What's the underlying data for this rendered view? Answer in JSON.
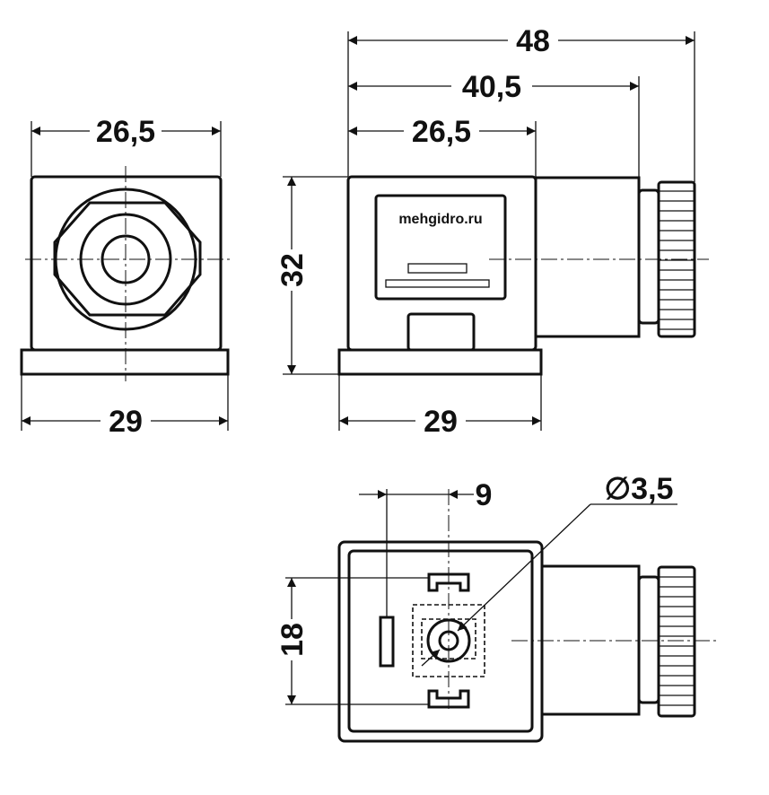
{
  "dimensions": {
    "front_top_width": "26,5",
    "front_base_width": "29",
    "side_total_length": "48",
    "side_mid_length": "40,5",
    "side_body_length": "26,5",
    "side_height": "32",
    "side_base_width": "29",
    "pin_spacing": "9",
    "hole_diameter": "∅3,5",
    "pin_span": "18"
  },
  "brand_label": "mehgidro.ru"
}
